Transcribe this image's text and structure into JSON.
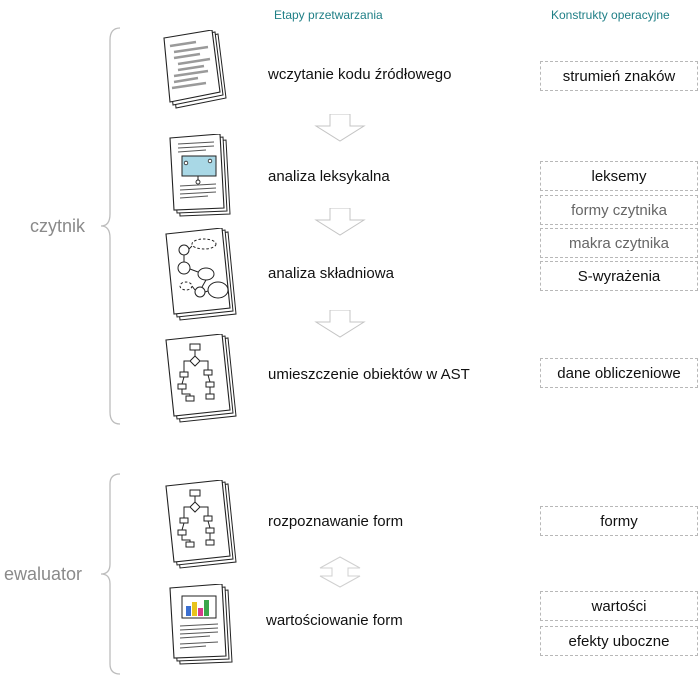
{
  "headers": {
    "stages": "Etapy przetwarzania",
    "constructs": "Konstrukty operacyjne"
  },
  "groups": {
    "reader": "czytnik",
    "evaluator": "ewaluator"
  },
  "stages": [
    {
      "label": "wczytanie kodu źródłowego",
      "icon": "source-code-document-icon"
    },
    {
      "label": "analiza leksykalna",
      "icon": "lexical-analysis-document-icon"
    },
    {
      "label": "analiza składniowa",
      "icon": "syntax-graph-document-icon"
    },
    {
      "label": "umieszczenie obiektów w AST",
      "icon": "ast-flowchart-document-icon"
    },
    {
      "label": "rozpoznawanie form",
      "icon": "flowchart-document-icon"
    },
    {
      "label": "wartościowanie form",
      "icon": "bar-chart-document-icon"
    }
  ],
  "constructs": {
    "char_stream": "strumień znaków",
    "lexemes": "leksemy",
    "reader_forms": "formy czytnika",
    "reader_macros": "makra czytnika",
    "s_expressions": "S-wyrażenia",
    "computational_data": "dane obliczeniowe",
    "forms": "formy",
    "values": "wartości",
    "side_effects": "efekty uboczne"
  },
  "colors": {
    "header": "#1f7f86",
    "group_label": "#8a8a8a",
    "chart_blue": "#3b6fd1",
    "chart_yellow": "#e8c41c",
    "chart_pink": "#d63a8a",
    "chart_green": "#3aa64a",
    "lexer_highlight": "#a9d8e6"
  }
}
